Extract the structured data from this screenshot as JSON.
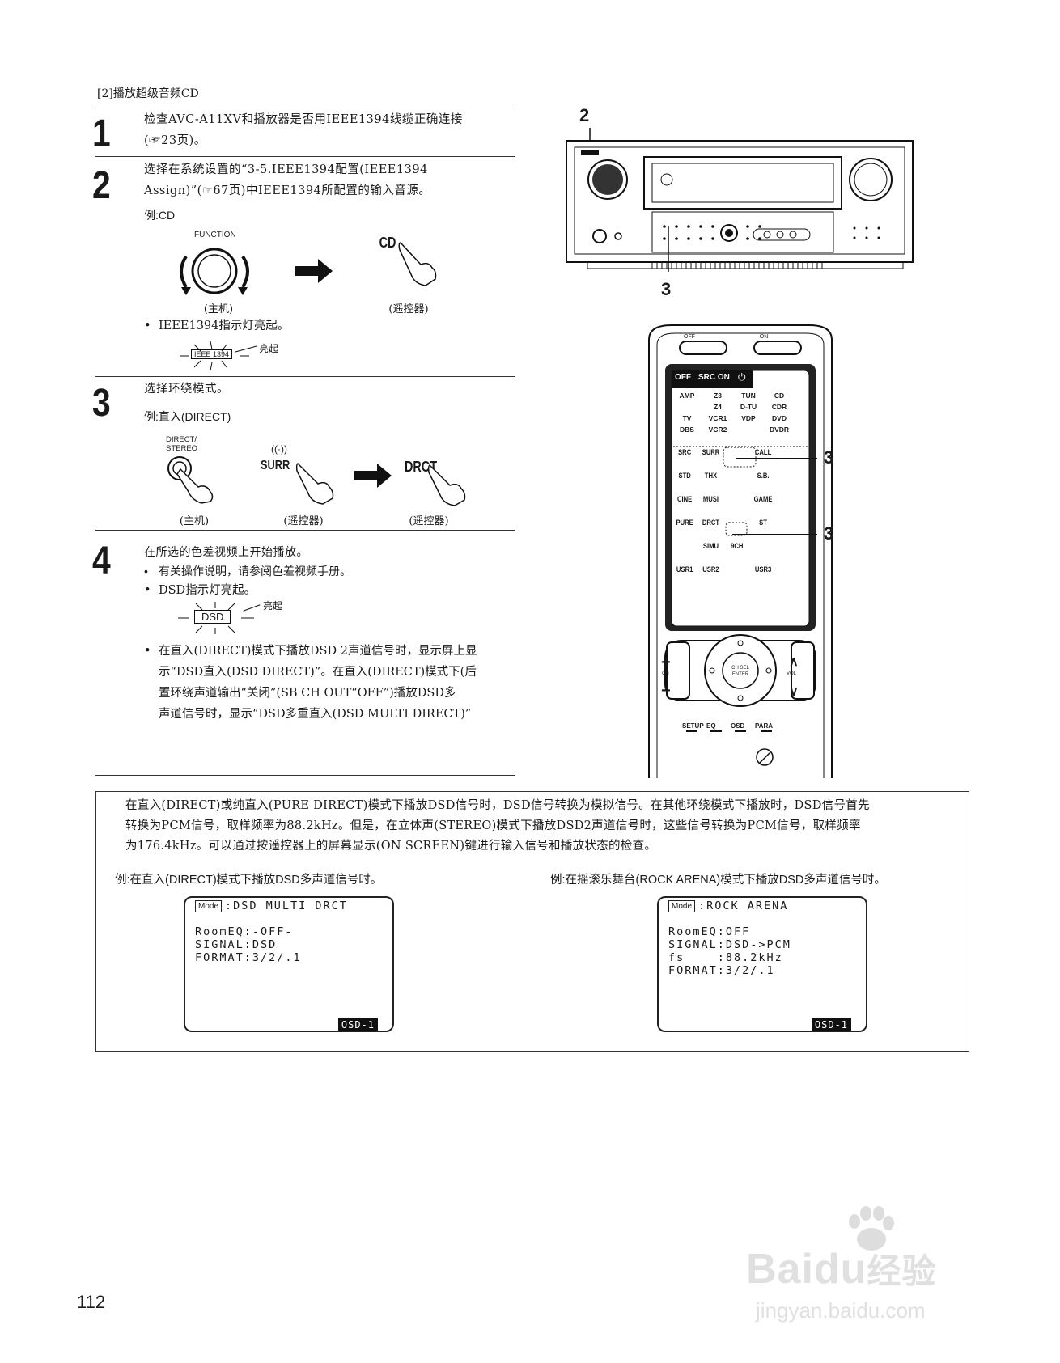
{
  "section_title": "[2]播放超级音频CD",
  "steps": [
    {
      "num": "1",
      "text_lines": [
        "检查AVC-A11XV和播放器是否用IEEE1394线缆正确连接",
        "(☞23页)。"
      ]
    },
    {
      "num": "2",
      "text_lines": [
        "选择在系统设置的“3-5.IEEE1394配置(IEEE1394",
        "Assign)”(☞67页)中IEEE1394所配置的输入音源。"
      ],
      "example": "例:CD",
      "knob_label": "FUNCTION",
      "remote_key": "CD",
      "caption_main": "(主机)",
      "caption_remote": "(遥控器)",
      "bullet": "IEEE1394指示灯亮起。",
      "indicator": "IEEE 1394",
      "indicator_label": "亮起"
    },
    {
      "num": "3",
      "text": "选择环绕模式。",
      "example": "例:直入(DIRECT)",
      "button_label_1": "DIRECT/",
      "button_label_2": "STEREO",
      "surr_key": "SURR",
      "drct_key": "DRCT",
      "caption_main": "(主机)",
      "caption_remote1": "(遥控器)",
      "caption_remote2": "(遥控器)"
    },
    {
      "num": "4",
      "text": "在所选的色差视频上开始播放。",
      "bullet1": "有关操作说明，请参阅色差视频手册。",
      "bullet2": "DSD指示灯亮起。",
      "indicator": "DSD",
      "indicator_label": "亮起",
      "bullet3_lines": [
        "在直入(DIRECT)模式下播放DSD 2声道信号时，显示屏上显",
        "示“DSD直入(DSD  DIRECT)”。在直入(DIRECT)模式下(后",
        "置环绕声道输出“关闭”(SB  CH  OUT“OFF”)播放DSD多",
        "声道信号时，显示“DSD多重直入(DSD MULTI DIRECT)”"
      ]
    }
  ],
  "callouts": {
    "receiver_top": "2",
    "receiver_bottom": "3",
    "remote_a": "3",
    "remote_b": "3"
  },
  "remote": {
    "top_off": "OFF",
    "top_on": "ON",
    "header_off": "OFF",
    "header_src_on": "SRC ON",
    "sources": [
      [
        "AMP",
        "Z3",
        "TUN",
        "CD"
      ],
      [
        "",
        "Z4",
        "D-TU",
        "CDR"
      ],
      [
        "TV",
        "VCR1",
        "VDP",
        "DVD"
      ],
      [
        "DBS",
        "VCR2",
        "",
        "DVDR"
      ]
    ],
    "modes": [
      [
        "SRC",
        "SURR",
        "",
        "CALL"
      ],
      [
        "STD",
        "THX",
        "",
        "S.B."
      ],
      [
        "CINE",
        "MUSI",
        "",
        "GAME"
      ],
      [
        "PURE",
        "DRCT",
        "",
        "ST"
      ],
      [
        "",
        "SIMU",
        "9CH",
        ""
      ],
      [
        "USR1",
        "USR2",
        "",
        "USR3"
      ]
    ],
    "ch": "CH",
    "vol": "VOL",
    "enter_1": "CH SEL",
    "enter_2": "ENTER",
    "bottom": [
      "SETUP",
      "EQ",
      "OSD",
      "PARA"
    ]
  },
  "note": {
    "paragraph_lines": [
      "在直入(DIRECT)或纯直入(PURE  DIRECT)模式下播放DSD信号时，DSD信号转换为模拟信号。在其他环绕模式下播放时，DSD信号首先",
      "转换为PCM信号，取样频率为88.2kHz。但是，在立体声(STEREO)模式下播放DSD2声道信号时，这些信号转换为PCM信号，取样频率",
      "为176.4kHz。可以通过按遥控器上的屏幕显示(ON SCREEN)键进行输入信号和播放状态的检查。"
    ],
    "example_left": "例:在直入(DIRECT)模式下播放DSD多声道信号时。",
    "example_right": "例:在摇滚乐舞台(ROCK ARENA)模式下播放DSD多声道信号时。",
    "osd_left": {
      "mode_tag": "Mode",
      "mode": ":DSD MULTI DRCT",
      "lines": [
        "RoomEQ:-OFF-",
        "SIGNAL:DSD",
        "FORMAT:3/2/.1"
      ],
      "tag": "OSD-1"
    },
    "osd_right": {
      "mode_tag": "Mode",
      "mode": ":ROCK ARENA",
      "lines": [
        "RoomEQ:OFF",
        "SIGNAL:DSD->PCM",
        "fs    :88.2kHz",
        "FORMAT:3/2/.1"
      ],
      "tag": "OSD-1"
    }
  },
  "page_number": "112",
  "watermark": {
    "brand": "Bai",
    "brand2": "du",
    "cn": "经验",
    "url": "jingyan.baidu.com"
  }
}
